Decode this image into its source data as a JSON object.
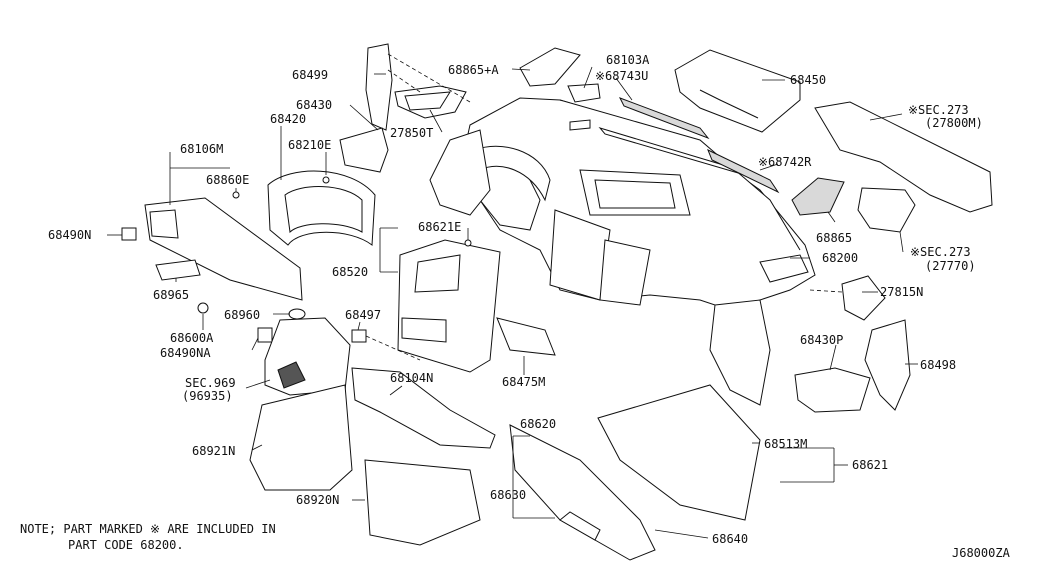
{
  "labels": {
    "l_68499": "68499",
    "l_68865a": "68865+A",
    "l_68103a": "68103A",
    "l_68743u": "※68743U",
    "l_68450": "68450",
    "l_sec273a": "※SEC.273",
    "l_27800m": "(27800M)",
    "l_68430": "68430",
    "l_27850t": "27850T",
    "l_68420": "68420",
    "l_68210e": "68210E",
    "l_68106m": "68106M",
    "l_68860e": "68860E",
    "l_68742r": "※68742R",
    "l_68490n": "68490N",
    "l_68621e": "68621E",
    "l_68865": "68865",
    "l_68200": "68200",
    "l_sec273b": "※SEC.273",
    "l_27770": "(27770)",
    "l_68520": "68520",
    "l_68965": "68965",
    "l_27815n": "27815N",
    "l_68600a": "68600A",
    "l_68960": "68960",
    "l_68497": "68497",
    "l_68490na": "68490NA",
    "l_68430p": "68430P",
    "l_68498": "68498",
    "l_sec969": "SEC.969",
    "l_96935": "(96935)",
    "l_68104n": "68104N",
    "l_68475m": "68475M",
    "l_68620": "68620",
    "l_68513m": "68513M",
    "l_68621": "68621",
    "l_68921n": "68921N",
    "l_68630": "68630",
    "l_68920n": "68920N",
    "l_68640": "68640",
    "diagram_code": "J68000ZA"
  },
  "note": {
    "line1": "NOTE; PART MARKED ※ ARE INCLUDED IN",
    "line2": "PART CODE 68200."
  }
}
